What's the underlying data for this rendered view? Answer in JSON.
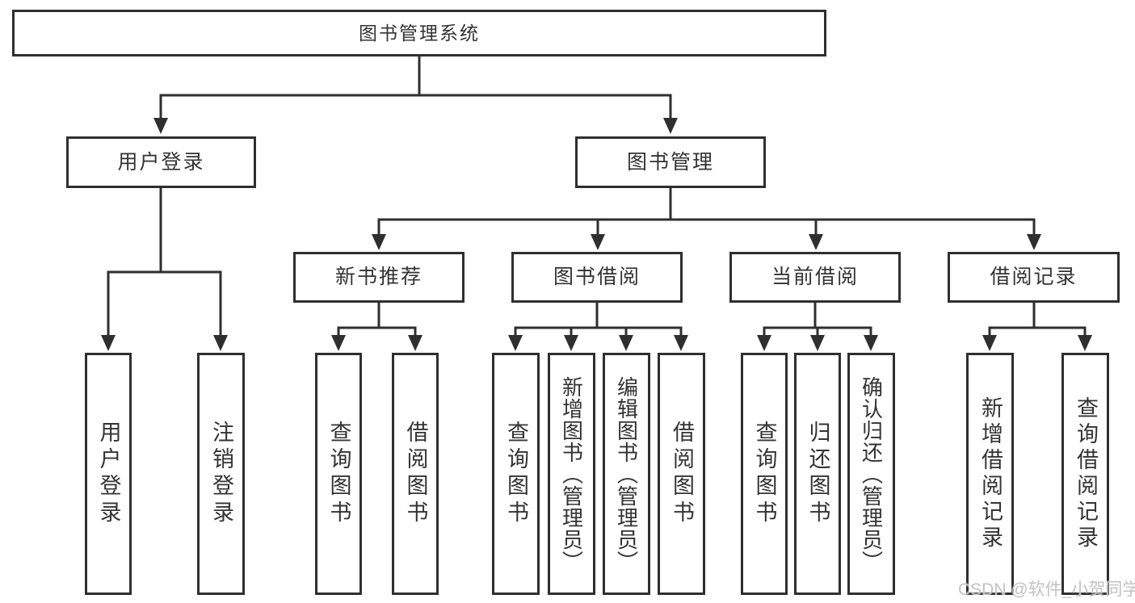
{
  "colors": {
    "line": "#2f2f2f",
    "text": "#333333",
    "background": "#ffffff",
    "watermark": "#c2c2c2"
  },
  "watermark": {
    "text": "CSDN @软件_小贺同学"
  },
  "tree": {
    "root": {
      "label": "图书管理系统"
    },
    "branches": [
      {
        "label": "用户登录",
        "children": [
          {
            "label": "用户登录"
          },
          {
            "label": "注销登录"
          }
        ]
      },
      {
        "label": "图书管理",
        "groups": [
          {
            "label": "新书推荐",
            "children": [
              {
                "label": "查询图书"
              },
              {
                "label": "借阅图书"
              }
            ]
          },
          {
            "label": "图书借阅",
            "children": [
              {
                "label": "查询图书"
              },
              {
                "label": "新增图书（管理员）"
              },
              {
                "label": "编辑图书（管理员）"
              },
              {
                "label": "借阅图书"
              }
            ]
          },
          {
            "label": "当前借阅",
            "children": [
              {
                "label": "查询图书"
              },
              {
                "label": "归还图书"
              },
              {
                "label": "确认归还（管理员）"
              }
            ]
          },
          {
            "label": "借阅记录",
            "children": [
              {
                "label": "新增借阅记录"
              },
              {
                "label": "查询借阅记录"
              }
            ]
          }
        ]
      }
    ]
  }
}
